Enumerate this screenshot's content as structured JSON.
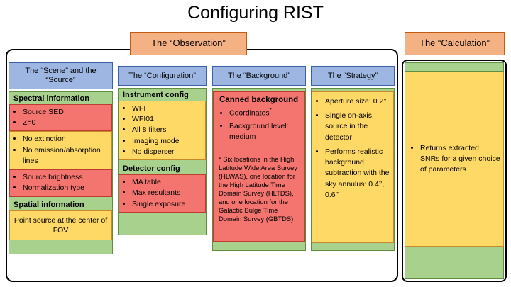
{
  "title": "Configuring RIST",
  "observation": {
    "label": "The “Observation”"
  },
  "calculation": {
    "label": "The “Calculation”",
    "items": [
      "Returns extracted SNRs for a given choice of parameters"
    ]
  },
  "scene": {
    "header": "The “Scene” and the “Source”",
    "spectral_title": "Spectral information",
    "sed_items": [
      "Source SED",
      "Z=0"
    ],
    "extinction_items": [
      "No extinction",
      "No emission/absorption lines"
    ],
    "brightness_items": [
      "Source brightness",
      "Normalization type"
    ],
    "spatial_title": "Spatial information",
    "spatial_note": "Point source at the center of FOV"
  },
  "configuration": {
    "header": "The “Configuration”",
    "instrument_title": "Instrument config",
    "instrument_items": [
      "WFI",
      "WFI01",
      "All 8 filters",
      "Imaging mode",
      "No disperser"
    ],
    "detector_title": "Detector config",
    "detector_items": [
      "MA table",
      "Max resultants",
      "Single exposure"
    ]
  },
  "background": {
    "header": "The “Background”",
    "title": "Canned background",
    "coordinates_label": "Coordinates",
    "footnote_marker": "*",
    "level_item": "Background level: medium",
    "footnote": "* Six locations in the High Latitude Wide Area Survey (HLWAS), one location for the High Latitude Time Domain Survey (HLTDS), and one location for the Galactic Bulge Time Domain Survey (GBTDS)"
  },
  "strategy": {
    "header": "The “Strategy”",
    "items": [
      "Aperture size: 0.2’’",
      "Single on-axis source in the detector",
      "Performs realistic background subtraction with the sky annulus: 0.4’’, 0.6’’"
    ]
  },
  "colors": {
    "orange": "#F4B183",
    "blue": "#9DB7E2",
    "green": "#A9D18E",
    "yellow": "#FFD966",
    "red": "#F4756F"
  }
}
